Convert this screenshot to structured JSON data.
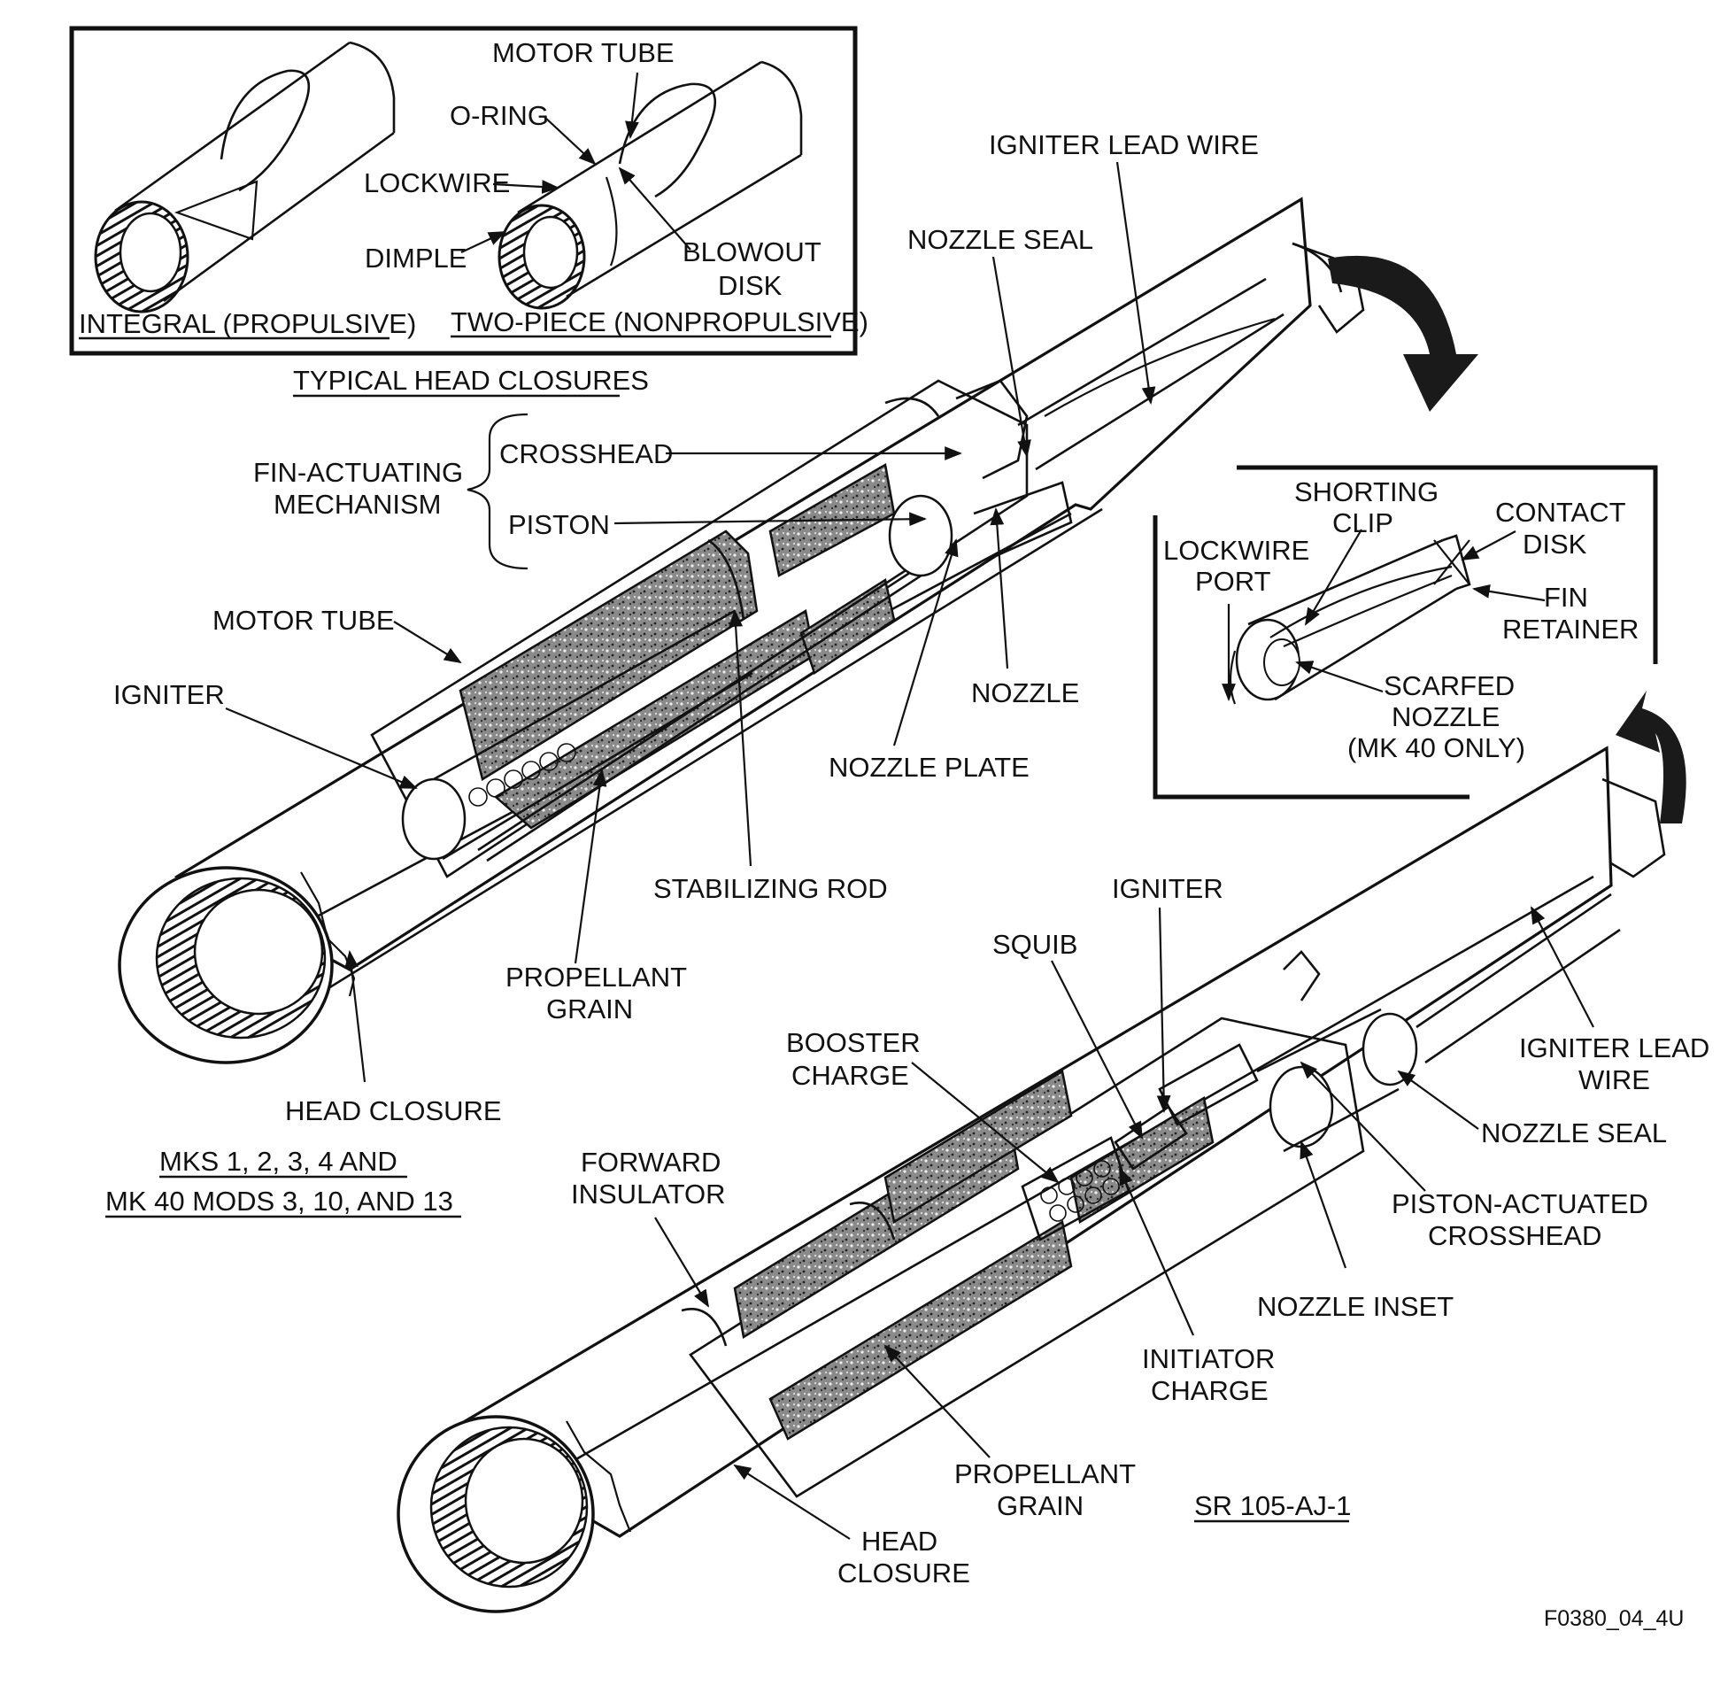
{
  "inset_head_closures": {
    "title": "TYPICAL HEAD CLOSURES",
    "labels": {
      "motor_tube": "MOTOR TUBE",
      "o_ring": "O-RING",
      "lockwire": "LOCKWIRE",
      "dimple": "DIMPLE",
      "blowout_1": "BLOWOUT",
      "blowout_2": "DISK",
      "integral": "INTEGRAL (PROPULSIVE)",
      "two_piece": "TWO-PIECE (NONPROPULSIVE)"
    }
  },
  "upper_motor": {
    "fin_1": "FIN-ACTUATING",
    "fin_2": "MECHANISM",
    "crosshead": "CROSSHEAD",
    "piston": "PISTON",
    "igniter_lead_wire": "IGNITER LEAD WIRE",
    "nozzle_seal": "NOZZLE SEAL",
    "motor_tube": "MOTOR TUBE",
    "igniter": "IGNITER",
    "nozzle": "NOZZLE",
    "nozzle_plate": "NOZZLE PLATE",
    "stabilizing_rod": "STABILIZING ROD",
    "propellant_1": "PROPELLANT",
    "propellant_2": "GRAIN",
    "head_closure": "HEAD CLOSURE",
    "caption_1": "MKS 1, 2, 3, 4 AND",
    "caption_2": "MK 40 MODS 3, 10, AND 13"
  },
  "inset_nozzle": {
    "shorting_1": "SHORTING",
    "shorting_2": "CLIP",
    "contact_1": "CONTACT",
    "contact_2": "DISK",
    "lockwire_1": "LOCKWIRE",
    "lockwire_2": "PORT",
    "fin_1": "FIN",
    "fin_2": "RETAINER",
    "scarfed_1": "SCARFED",
    "scarfed_2": "NOZZLE",
    "scarfed_3": "(MK 40 ONLY)"
  },
  "lower_motor": {
    "igniter": "IGNITER",
    "squib": "SQUIB",
    "booster_1": "BOOSTER",
    "booster_2": "CHARGE",
    "igniter_lead_1": "IGNITER LEAD",
    "igniter_lead_2": "WIRE",
    "nozzle_seal": "NOZZLE SEAL",
    "forward_1": "FORWARD",
    "forward_2": "INSULATOR",
    "piston_1": "PISTON-ACTUATED",
    "piston_2": "CROSSHEAD",
    "nozzle_inset": "NOZZLE INSET",
    "initiator_1": "INITIATOR",
    "initiator_2": "CHARGE",
    "propellant_1": "PROPELLANT",
    "propellant_2": "GRAIN",
    "head_1": "HEAD",
    "head_2": "CLOSURE",
    "designation": "SR 105-AJ-1"
  },
  "figure_id": "F0380_04_4U"
}
